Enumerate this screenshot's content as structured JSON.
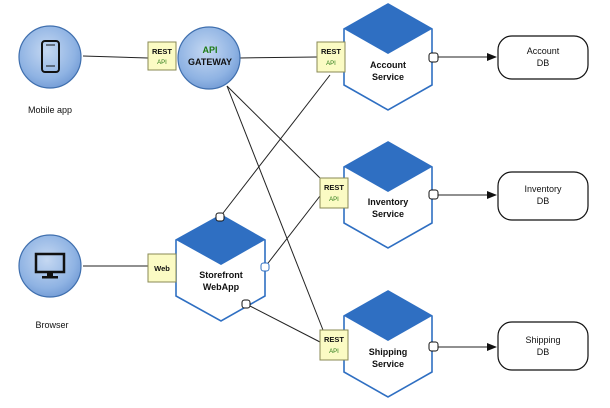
{
  "clients": {
    "mobile": {
      "label": "Mobile app",
      "icon": "smartphone-icon"
    },
    "browser": {
      "label": "Browser",
      "icon": "monitor-icon"
    }
  },
  "gateway": {
    "line1": "API",
    "line2": "GATEWAY"
  },
  "adapters": {
    "rest_label": "REST",
    "api_label": "API",
    "web_label": "Web"
  },
  "storefront": {
    "line1": "Storefront",
    "line2": "WebApp"
  },
  "services": [
    {
      "line1": "Account",
      "line2": "Service"
    },
    {
      "line1": "Inventory",
      "line2": "Service"
    },
    {
      "line1": "Shipping",
      "line2": "Service"
    }
  ],
  "databases": [
    {
      "line1": "Account",
      "line2": "DB"
    },
    {
      "line1": "Inventory",
      "line2": "DB"
    },
    {
      "line1": "Shipping",
      "line2": "DB"
    }
  ],
  "colors": {
    "hexagon_blue": "#2f6fc2",
    "circle_fill": "#8fb3e3",
    "adapter_fill": "#fbfbc4",
    "adapter_text_green": "#2a7a16",
    "gateway_text_green": "#1d7a14"
  }
}
